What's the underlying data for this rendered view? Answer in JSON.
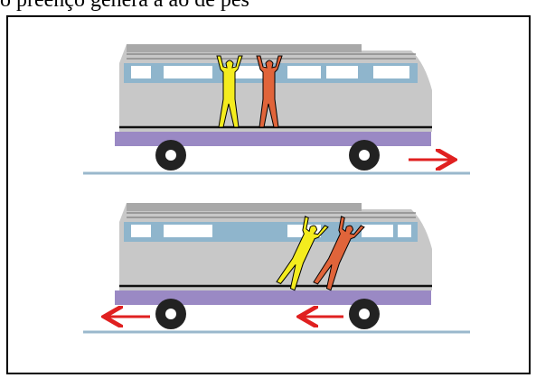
{
  "caption": {
    "text": "o preenço  genera  a  ao  de  pes"
  },
  "colors": {
    "train_body": "#c8c8c8",
    "train_roof": "#a8a8a8",
    "window_band": "#8fb5cc",
    "window": "#ffffff",
    "platform": "#9a89c4",
    "rail": "#9ab8cc",
    "wheel": "#222222",
    "hub": "#ffffff",
    "arrow": "#e02020",
    "person_yellow": "#f4ec1e",
    "person_orange": "#e0643a",
    "outline": "#000000"
  },
  "scenes": [
    {
      "id": "top",
      "state": "moving right, people standing upright",
      "arrow_direction": "right"
    },
    {
      "id": "bottom",
      "state": "people leaning right, wagon pushed left",
      "arrow_direction": "left"
    }
  ],
  "icons": [
    "train-wagon-icon",
    "person-icon",
    "wheel-icon",
    "arrow-icon"
  ]
}
